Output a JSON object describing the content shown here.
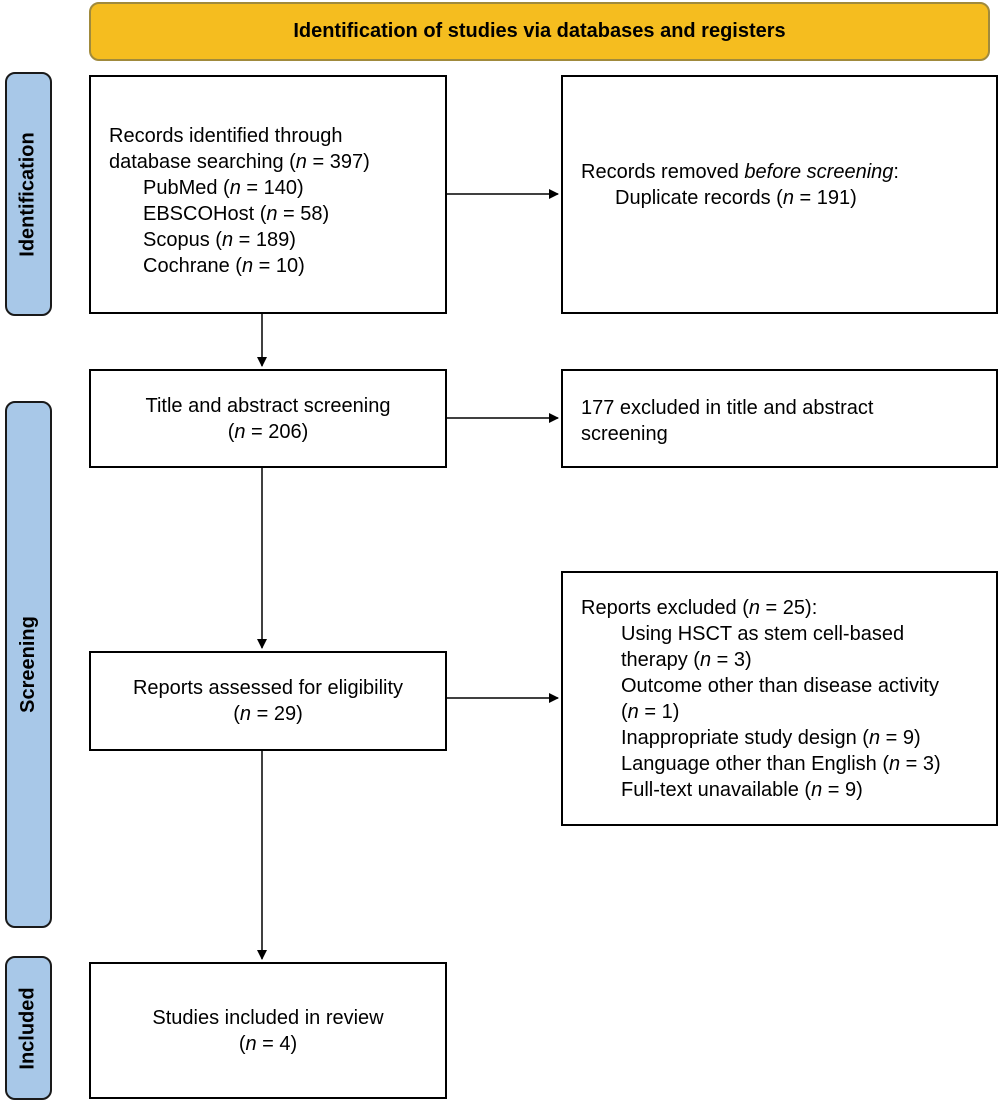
{
  "header": {
    "title": "Identification of studies via databases and registers"
  },
  "phases": {
    "identification": "Identification",
    "screening": "Screening",
    "included": "Included"
  },
  "records_identified": {
    "line1": "Records identified through",
    "line2_pre": "database searching (",
    "n": "n",
    "line2_post": " = 397)",
    "sources": [
      {
        "name": "PubMed (",
        "post": " = 140)"
      },
      {
        "name": "EBSCOHost (",
        "post": " = 58)"
      },
      {
        "name": "Scopus (",
        "post": " = 189)"
      },
      {
        "name": "Cochrane (",
        "post": " = 10)"
      }
    ]
  },
  "records_removed": {
    "line1_pre": "Records removed ",
    "line1_em": "before screening",
    "line1_post": ":",
    "line2_pre": "Duplicate records (",
    "line2_post": " = 191)"
  },
  "title_screening": {
    "line1": "Title and abstract screening",
    "line2_pre": "(",
    "line2_post": " = 206)"
  },
  "title_excluded": {
    "line1": "177 excluded in title and abstract",
    "line2": "screening"
  },
  "eligibility": {
    "line1": "Reports assessed for eligibility",
    "line2_pre": "(",
    "line2_post": " = 29)"
  },
  "reports_excluded": {
    "line1_pre": "Reports excluded (",
    "line1_post": " = 25):",
    "r1a": "Using HSCT as stem cell-based",
    "r1b_pre": "therapy (",
    "r1b_post": " = 3)",
    "r2a": "Outcome other than disease activity",
    "r2b_pre": "(",
    "r2b_post": " = 1)",
    "r3_pre": "Inappropriate study design (",
    "r3_post": " = 9)",
    "r4_pre": "Language other than English (",
    "r4_post": " = 3)",
    "r5_pre": "Full-text unavailable (",
    "r5_post": " = 9)"
  },
  "included": {
    "line1": "Studies included in review",
    "line2_pre": "(",
    "line2_post": " = 4)"
  }
}
